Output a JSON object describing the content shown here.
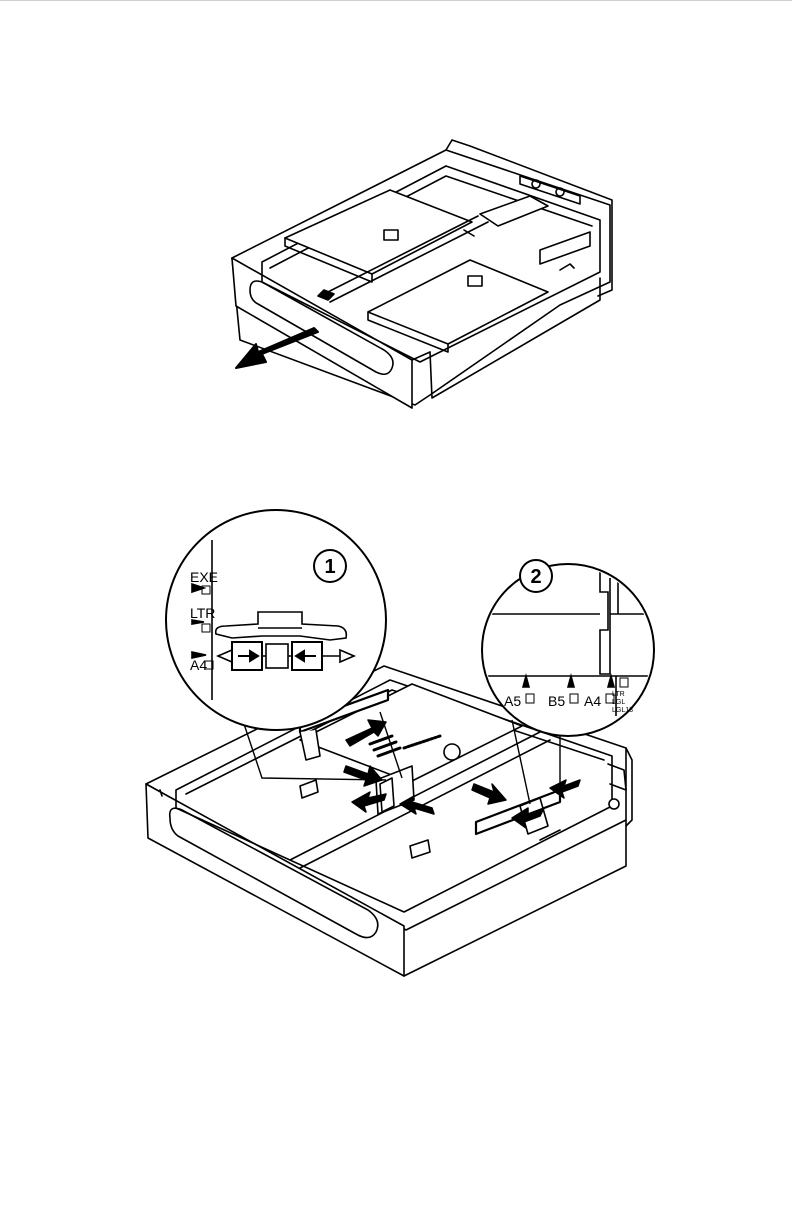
{
  "figure1": {
    "arrow": "pull-out-arrow"
  },
  "figure2": {
    "callout1": {
      "number": "1",
      "scale_labels": [
        "EXE",
        "LTR",
        "A4"
      ]
    },
    "callout2": {
      "number": "2",
      "scale_labels": [
        "A5",
        "B5",
        "A4"
      ],
      "small_labels": [
        "LTR",
        "LGL",
        "LGL13"
      ]
    }
  }
}
